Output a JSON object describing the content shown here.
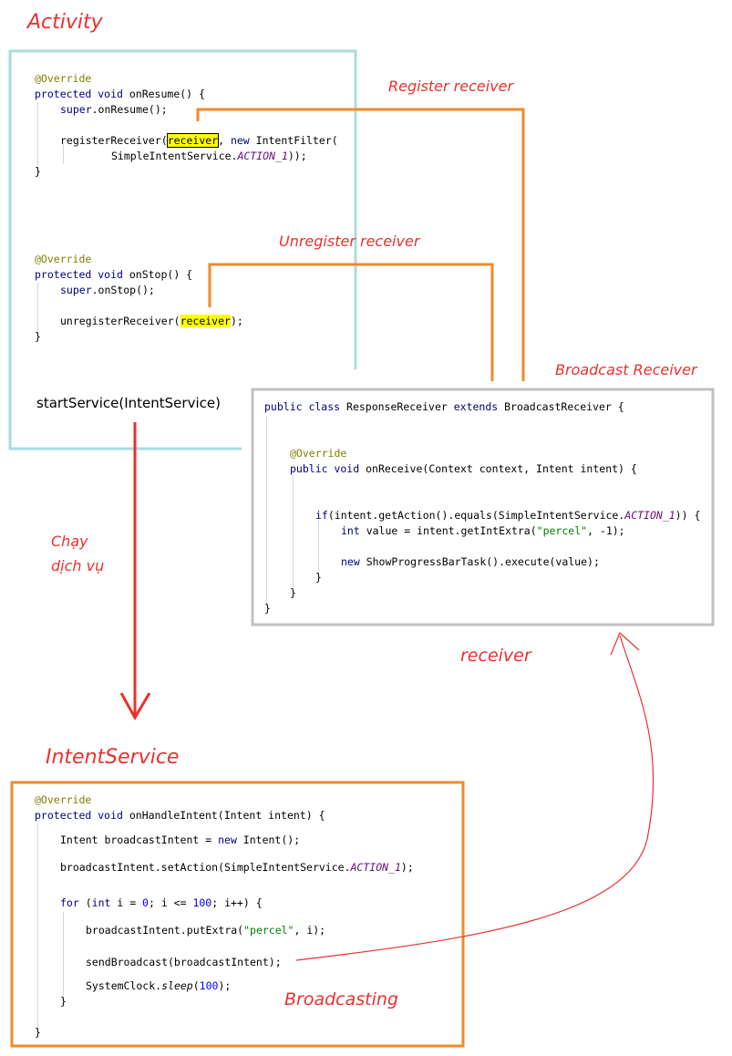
{
  "labels": {
    "activity": "Activity",
    "register": "Register receiver",
    "unregister": "Unregister receiver",
    "broadcast_receiver": "Broadcast Receiver",
    "run_service_1": "Chạy",
    "run_service_2": "dịch vụ",
    "receiver": "receiver",
    "intent_service": "IntentService",
    "broadcasting": "Broadcasting"
  },
  "activity_code": {
    "ann1": "@Override",
    "l1_kw": "protected void",
    "l1_rest": " onResume() {",
    "l2_kw": "super",
    "l2_rest": ".onResume();",
    "l3_a": "registerReceiver(",
    "l3_hl": "receiver",
    "l3_b": ", ",
    "l3_kw": "new",
    "l3_c": " IntentFilter(",
    "l4_a": "SimpleIntentService.",
    "l4_const": "ACTION_1",
    "l4_b": "));",
    "close1": "}",
    "ann2": "@Override",
    "l5_kw": "protected void",
    "l5_rest": " onStop() {",
    "l6_kw": "super",
    "l6_rest": ".onStop();",
    "l7_a": "unregisterReceiver(",
    "l7_hl": "receiver",
    "l7_b": ");",
    "close2": "}",
    "start_service": "startService(IntentService)"
  },
  "receiver_code": {
    "l1_kw1": "public class",
    "l1_a": " ResponseReceiver ",
    "l1_kw2": "extends",
    "l1_b": " BroadcastReceiver {",
    "ann": "@Override",
    "l2_kw": "public void",
    "l2_rest": " onReceive(Context context, Intent intent) {",
    "l3_kw": "if",
    "l3_a": "(intent.getAction().equals(SimpleIntentService.",
    "l3_const": "ACTION_1",
    "l3_b": ")) {",
    "l4_kw": "int",
    "l4_a": " value = intent.getIntExtra(",
    "l4_str": "\"percel\"",
    "l4_b": ", -1);",
    "l5_kw": "new",
    "l5_rest": " ShowProgressBarTask().execute(value);",
    "close_inner": "}",
    "close_method": "}",
    "close_class": "}"
  },
  "service_code": {
    "ann": "@Override",
    "l1_kw": "protected void",
    "l1_rest": " onHandleIntent(Intent intent) {",
    "l2_a": "Intent broadcastIntent = ",
    "l2_kw": "new",
    "l2_b": " Intent();",
    "l3_a": "broadcastIntent.setAction(SimpleIntentService.",
    "l3_const": "ACTION_1",
    "l3_b": ");",
    "l4_kw1": "for",
    "l4_a": " (",
    "l4_kw2": "int",
    "l4_b": " i = ",
    "l4_n1": "0",
    "l4_c": "; i <= ",
    "l4_n2": "100",
    "l4_d": "; i++) {",
    "l5_a": "broadcastIntent.putExtra(",
    "l5_str": "\"percel\"",
    "l5_b": ", i);",
    "l6": "sendBroadcast(broadcastIntent);",
    "l7_a": "SystemClock.",
    "l7_it": "sleep",
    "l7_b": "(",
    "l7_n": "100",
    "l7_c": ");",
    "close_loop": "}",
    "close_method": "}"
  },
  "colors": {
    "activity_box": "#a7dde0",
    "receiver_box": "#c0c0c0",
    "service_box": "#f08a2c",
    "connector": "#f08a2c",
    "arrow_red": "#e8312f",
    "label_red": "#e8312f"
  }
}
